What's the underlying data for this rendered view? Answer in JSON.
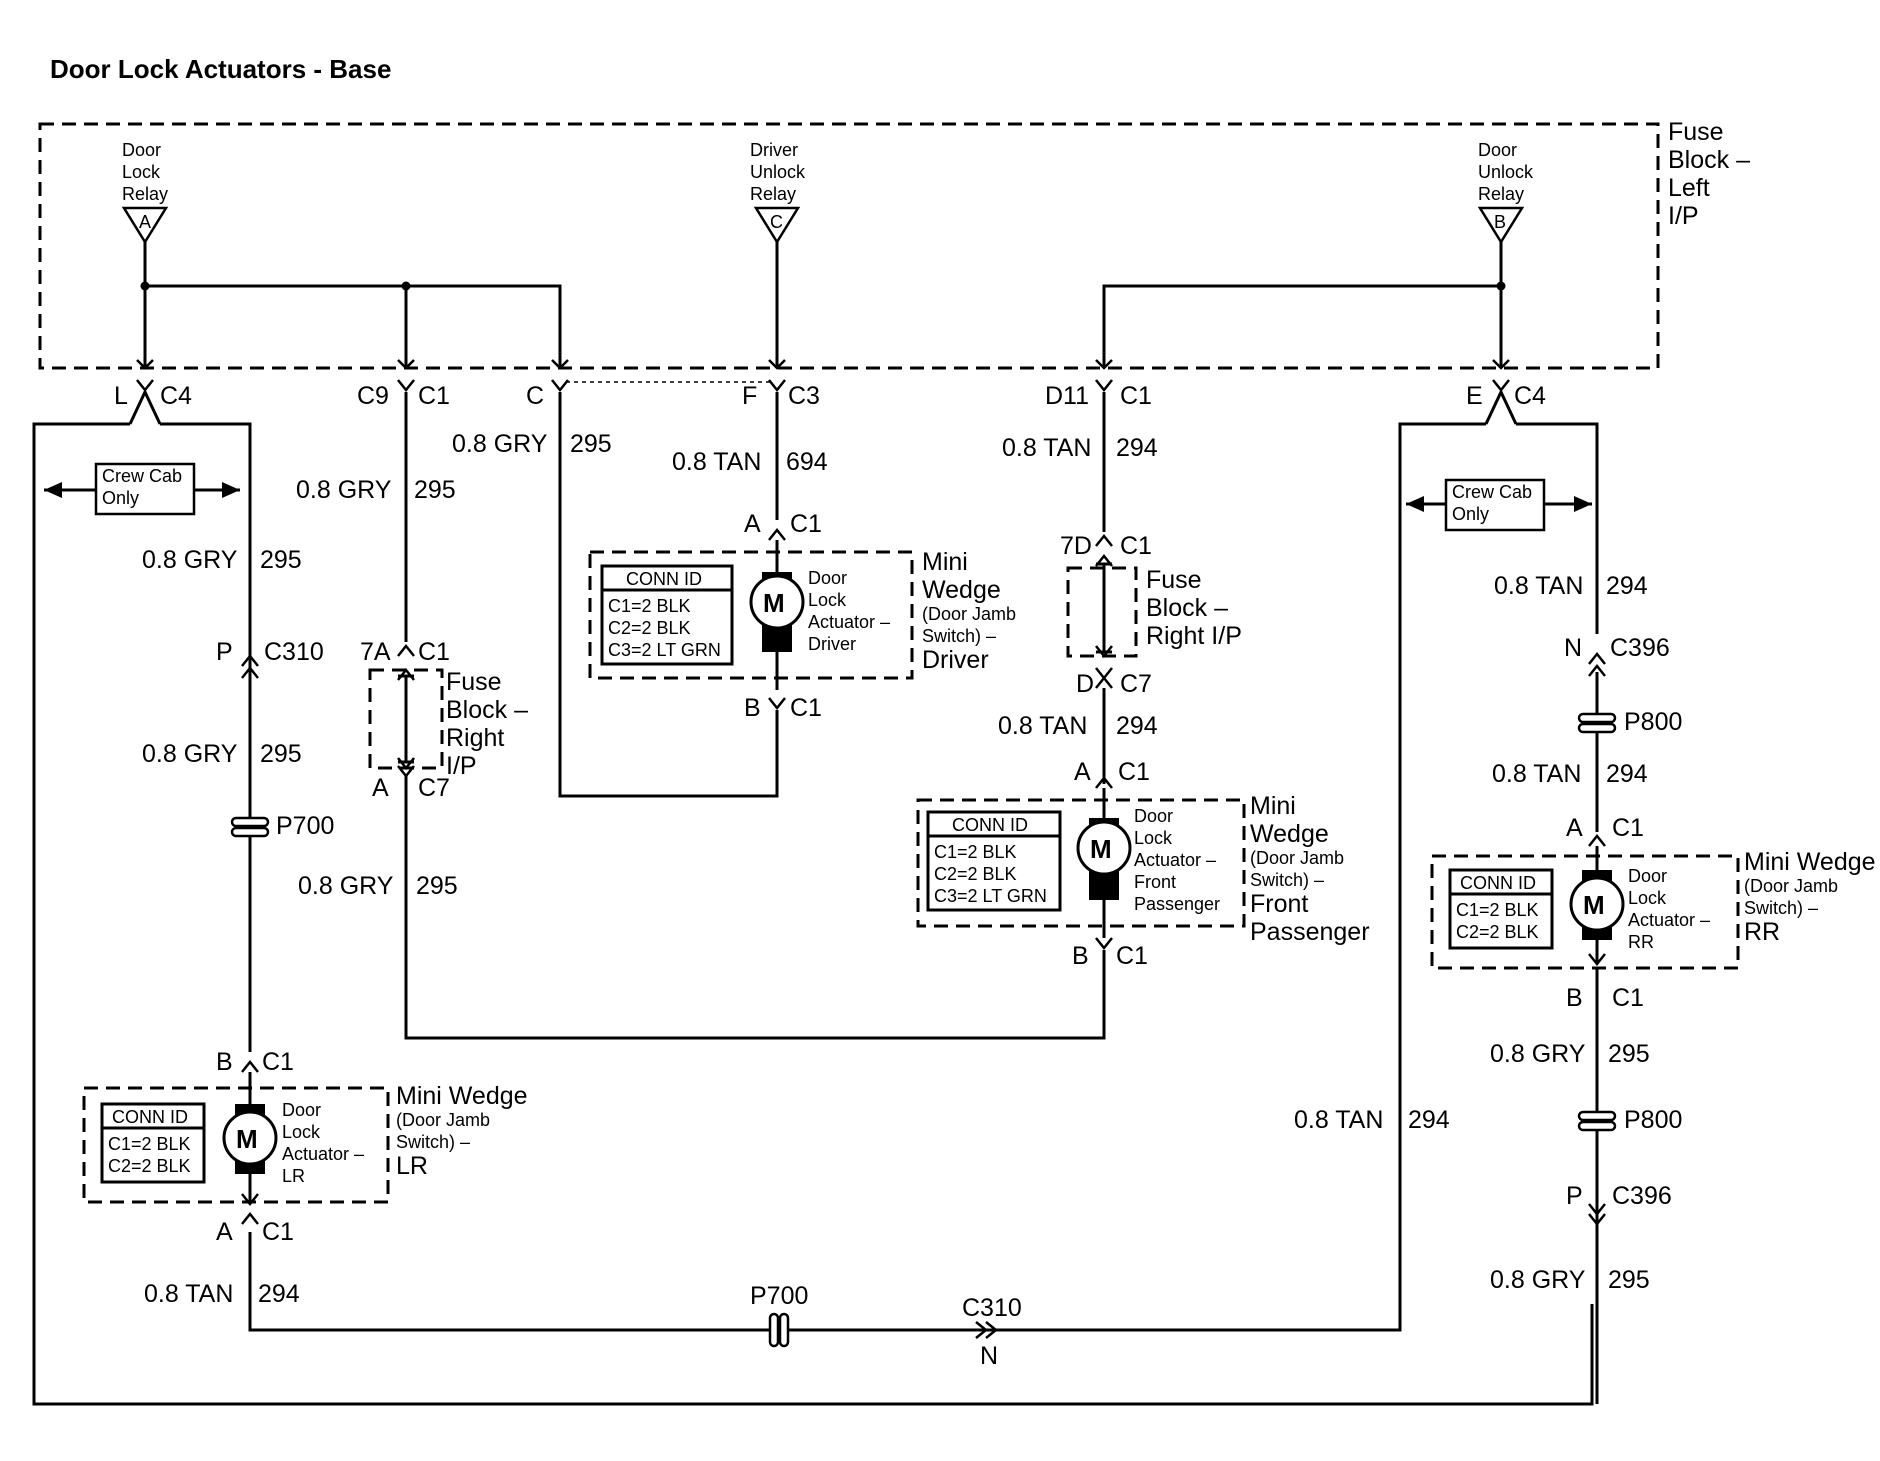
{
  "title": "Door Lock Actuators - Base",
  "fuse_block_left": {
    "label_lines": [
      "Fuse",
      "Block –",
      "Left",
      "I/P"
    ]
  },
  "relays": {
    "door_lock": {
      "lines": [
        "Door",
        "Lock",
        "Relay"
      ],
      "letter": "A"
    },
    "driver_unlock": {
      "lines": [
        "Driver",
        "Unlock",
        "Relay"
      ],
      "letter": "C"
    },
    "door_unlock": {
      "lines": [
        "Door",
        "Unlock",
        "Relay"
      ],
      "letter": "B"
    }
  },
  "connectors": {
    "l_c4": {
      "pin": "L",
      "conn": "C4"
    },
    "c9_c1": {
      "pin": "C9",
      "conn": "C1"
    },
    "c": {
      "pin": "C"
    },
    "f_c3": {
      "pin": "F",
      "conn": "C3"
    },
    "d11_c1": {
      "pin": "D11",
      "conn": "C1"
    },
    "e_c4": {
      "pin": "E",
      "conn": "C4"
    },
    "p_c310": {
      "pin": "P",
      "conn": "C310"
    },
    "a7_c1": {
      "pin": "7A",
      "conn": "C1"
    },
    "a_c7_left": {
      "pin": "A",
      "conn": "C7"
    },
    "a_c1_driver": {
      "pin": "A",
      "conn": "C1"
    },
    "b_c1_driver": {
      "pin": "B",
      "conn": "C1"
    },
    "d7_c1": {
      "pin": "7D",
      "conn": "C1"
    },
    "d_c7": {
      "pin": "D",
      "conn": "C7"
    },
    "a_c1_fp": {
      "pin": "A",
      "conn": "C1"
    },
    "b_c1_fp": {
      "pin": "B",
      "conn": "C1"
    },
    "n_c396": {
      "pin": "N",
      "conn": "C396"
    },
    "a_c1_rr": {
      "pin": "A",
      "conn": "C1"
    },
    "b_c1_rr": {
      "pin": "B",
      "conn": "C1"
    },
    "p_c396": {
      "pin": "P",
      "conn": "C396"
    },
    "b_c1_lr": {
      "pin": "B",
      "conn": "C1"
    },
    "a_c1_lr": {
      "pin": "A",
      "conn": "C1"
    },
    "c310_bottom": {
      "conn": "C310",
      "pin": "N"
    }
  },
  "wires": {
    "w_crew_left_gry": {
      "gauge": "0.8 GRY",
      "circuit": "295"
    },
    "w_p700_gry": {
      "gauge": "0.8 GRY",
      "circuit": "295"
    },
    "w_c9_gry": {
      "gauge": "0.8 GRY",
      "circuit": "295"
    },
    "w_c_gry": {
      "gauge": "0.8 GRY",
      "circuit": "295"
    },
    "w_c7_gry": {
      "gauge": "0.8 GRY",
      "circuit": "295"
    },
    "w_f_tan": {
      "gauge": "0.8 TAN",
      "circuit": "694"
    },
    "w_d11_tan": {
      "gauge": "0.8 TAN",
      "circuit": "294"
    },
    "w_d_c7_tan": {
      "gauge": "0.8 TAN",
      "circuit": "294"
    },
    "w_rr_top_tan": {
      "gauge": "0.8 TAN",
      "circuit": "294"
    },
    "w_rr_p800_tan": {
      "gauge": "0.8 TAN",
      "circuit": "294"
    },
    "w_rr_b_gry": {
      "gauge": "0.8 GRY",
      "circuit": "295"
    },
    "w_rr_bottom_gry": {
      "gauge": "0.8 GRY",
      "circuit": "295"
    },
    "w_e_tan": {
      "gauge": "0.8 TAN",
      "circuit": "294"
    },
    "w_lr_tan": {
      "gauge": "0.8 TAN",
      "circuit": "294"
    }
  },
  "splices": {
    "p700_left": "P700",
    "p700_bottom": "P700",
    "p800_top": "P800",
    "p800_bottom": "P800"
  },
  "crew_cab": {
    "line1": "Crew Cab",
    "line2": "Only"
  },
  "fuse_block_right": {
    "label_lines": [
      "Fuse",
      "Block –",
      "Right",
      "I/P"
    ],
    "label_lines_2": [
      "Fuse",
      "Block –",
      "Right I/P"
    ]
  },
  "motor_symbol": "M",
  "actuators": {
    "driver": {
      "conn_id": "CONN ID",
      "pins": [
        "C1=2 BLK",
        "C2=2 BLK",
        "C3=2 LT GRN"
      ],
      "desc": [
        "Door",
        "Lock",
        "Actuator –",
        "Driver"
      ],
      "name_lines": [
        "Mini",
        "Wedge"
      ],
      "sub_lines": [
        "(Door Jamb",
        "Switch) –"
      ],
      "pos": "Driver"
    },
    "front_passenger": {
      "conn_id": "CONN ID",
      "pins": [
        "C1=2 BLK",
        "C2=2 BLK",
        "C3=2 LT GRN"
      ],
      "desc": [
        "Door",
        "Lock",
        "Actuator –",
        "Front",
        "Passenger"
      ],
      "name_lines": [
        "Mini",
        "Wedge"
      ],
      "sub_lines": [
        "(Door Jamb",
        "Switch) –"
      ],
      "pos_lines": [
        "Front",
        "Passenger"
      ]
    },
    "rr": {
      "conn_id": "CONN ID",
      "pins": [
        "C1=2 BLK",
        "C2=2 BLK"
      ],
      "desc": [
        "Door",
        "Lock",
        "Actuator –",
        "RR"
      ],
      "name_lines": [
        "Mini Wedge"
      ],
      "sub_lines": [
        "(Door Jamb",
        "Switch) –"
      ],
      "pos": "RR"
    },
    "lr": {
      "conn_id": "CONN ID",
      "pins": [
        "C1=2 BLK",
        "C2=2 BLK"
      ],
      "desc": [
        "Door",
        "Lock",
        "Actuator –",
        "LR"
      ],
      "name_lines": [
        "Mini Wedge"
      ],
      "sub_lines": [
        "(Door Jamb",
        "Switch) –"
      ],
      "pos": "LR"
    }
  }
}
